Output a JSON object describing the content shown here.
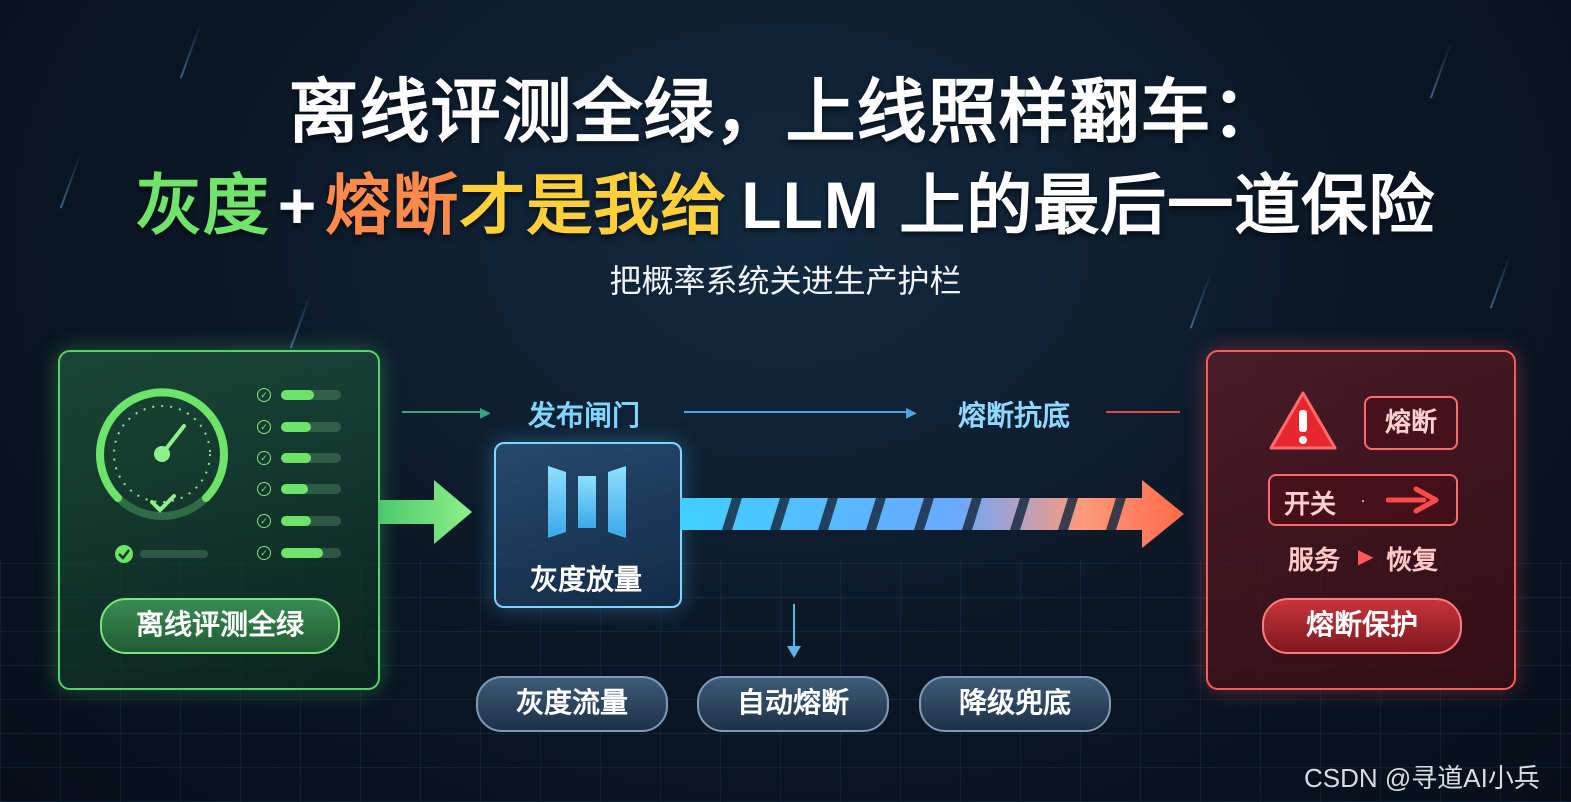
{
  "title_line1": "离线评测全绿，上线照样翻车：",
  "title_line2": {
    "part_a": "灰度",
    "plus": "+",
    "part_b": "熔断",
    "part_c": "才是我给",
    "part_d": "LLM 上的最后一道保险"
  },
  "subtitle": "把概率系统关进生产护栏",
  "left_panel": {
    "button_label": "离线评测全绿",
    "checklist_fill": [
      0.55,
      0.5,
      0.5,
      0.45,
      0.5,
      0.7
    ]
  },
  "flow": {
    "release_gate_label": "发布闸门",
    "fuse_fallback_label": "熔断抗底"
  },
  "middle_box": {
    "label": "灰度放量"
  },
  "right_panel": {
    "fuse_tag": "熔断",
    "switch_label": "开关",
    "switch_dot": "·",
    "service_label": "服务",
    "recover_label": "恢复",
    "button_label": "熔断保护"
  },
  "bottom_pills": [
    "灰度流量",
    "自动熔断",
    "降级兜底"
  ],
  "watermark": "CSDN @寻道AI小兵",
  "colors": {
    "green": "#6ee36a",
    "orange": "#ff8a4a",
    "yellow": "#ffd03a",
    "blue": "#7fd7ff",
    "red": "#ff5a5a"
  }
}
